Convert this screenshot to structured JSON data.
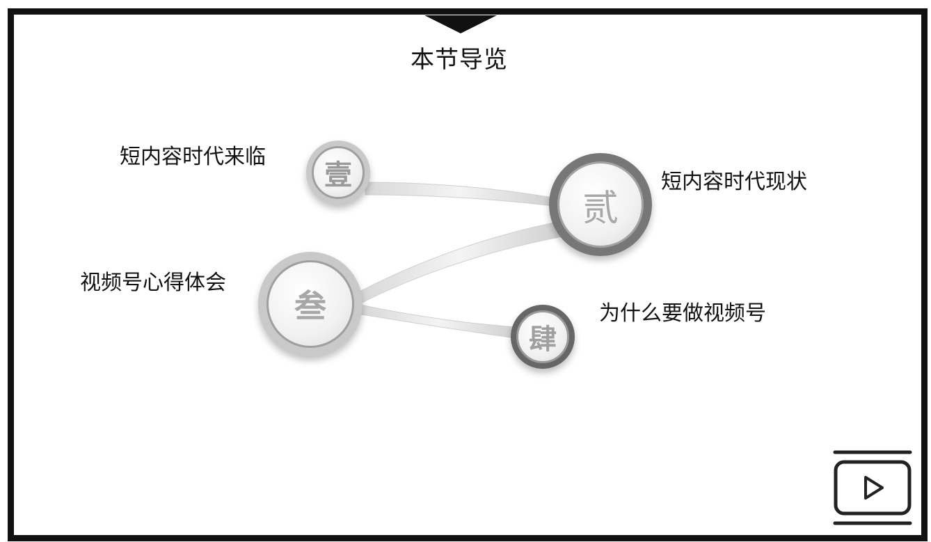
{
  "slide": {
    "title": "本节导览"
  },
  "nodes": [
    {
      "glyph": "壹",
      "label": "短内容时代来临"
    },
    {
      "glyph": "贰",
      "label": "短内容时代现状"
    },
    {
      "glyph": "叁",
      "label": "视频号心得体会"
    },
    {
      "glyph": "肆",
      "label": "为什么要做视频号"
    }
  ],
  "icons": {
    "top_marker": "triangle-down-icon",
    "video": "play-video-icon"
  },
  "colors": {
    "frame": "#111111",
    "node_light": "#c9c9c9",
    "node_dark": "#777777",
    "connector": "#e6e6e6"
  }
}
